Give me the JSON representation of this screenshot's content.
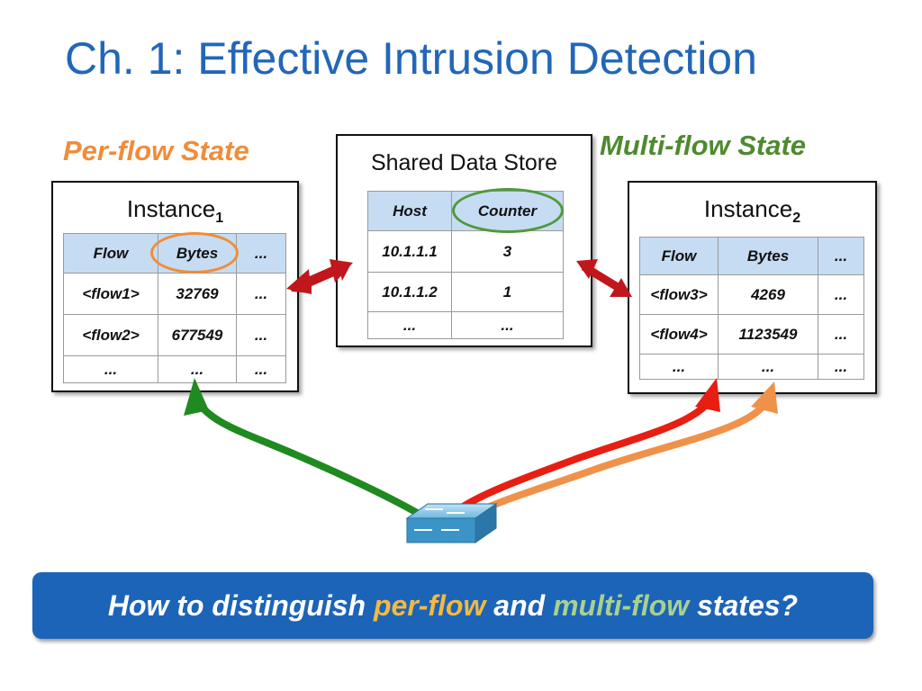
{
  "title": "Ch. 1: Effective Intrusion Detection",
  "labels": {
    "per_flow": "Per-flow State",
    "multi_flow": "Multi-flow State"
  },
  "shared_store": {
    "title": "Shared Data Store",
    "headers": [
      "Host",
      "Counter"
    ],
    "rows": [
      [
        "10.1.1.1",
        "3"
      ],
      [
        "10.1.1.2",
        "1"
      ],
      [
        "...",
        "..."
      ]
    ]
  },
  "instance1": {
    "title": "Instance",
    "subscript": "1",
    "headers": [
      "Flow",
      "Bytes",
      "..."
    ],
    "rows": [
      [
        "<flow1>",
        "32769",
        "..."
      ],
      [
        "<flow2>",
        "677549",
        "..."
      ],
      [
        "...",
        "...",
        "..."
      ]
    ]
  },
  "instance2": {
    "title": "Instance",
    "subscript": "2",
    "headers": [
      "Flow",
      "Bytes",
      "..."
    ],
    "rows": [
      [
        "<flow3>",
        "4269",
        "..."
      ],
      [
        "<flow4>",
        "1123549",
        "..."
      ],
      [
        "...",
        "...",
        "..."
      ]
    ]
  },
  "banner": {
    "part1": "How to distinguish ",
    "highlight1": "per-flow",
    "part2": " and ",
    "highlight2": "multi-flow",
    "part3": " states?"
  },
  "colors": {
    "title": "#2266b8",
    "per_flow": "#f08c3a",
    "multi_flow": "#4e8a2f",
    "header_fill": "#c6dcf2",
    "banner": "#1c64b8",
    "arrow_green": "#1f8a1f",
    "arrow_red": "#e81e12",
    "arrow_orange": "#f0914a",
    "sync_arrow": "#c0171c"
  },
  "icons": [
    "switch-icon"
  ]
}
